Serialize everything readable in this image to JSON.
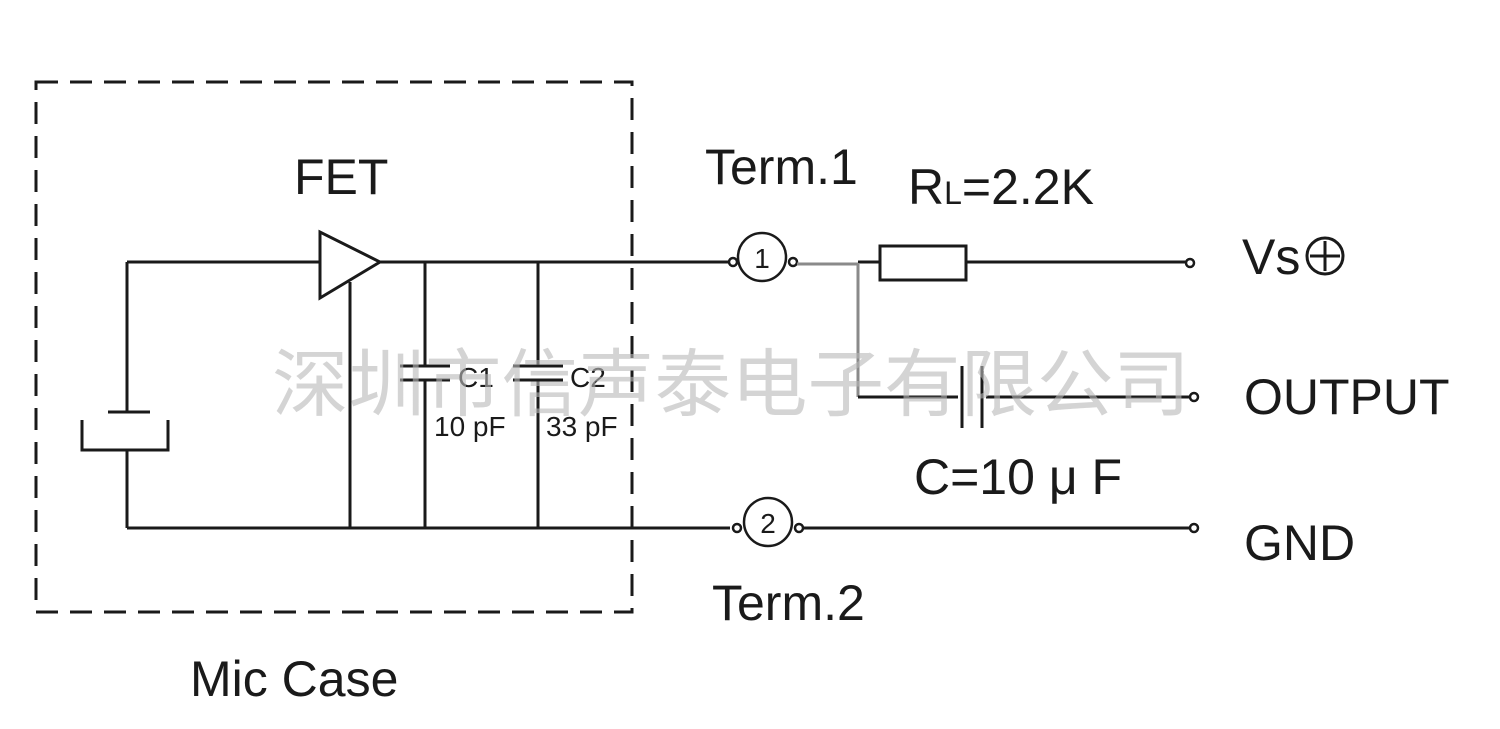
{
  "labels": {
    "fet": "FET",
    "term1": "Term.1",
    "term2": "Term.2",
    "resistor": "R",
    "resistor_sub": "L",
    "resistor_value": "=2.2K",
    "vs": "Vs",
    "output": "OUTPUT",
    "gnd": "GND",
    "capacitor": "C=10 μ F",
    "c1": "C1",
    "c1_value": "10 pF",
    "c2": "C2",
    "c2_value": "33 pF",
    "mic_case": "Mic Case",
    "term1_num": "1",
    "term2_num": "2"
  },
  "watermark": "深圳市信声泰电子有限公司",
  "colors": {
    "line": "#1a1a1a",
    "watermark": "#b8b8b8",
    "background": "#ffffff"
  },
  "icons": {
    "plus_circle": "plus-circle-icon",
    "fet_triangle": "amplifier-triangle-icon"
  }
}
